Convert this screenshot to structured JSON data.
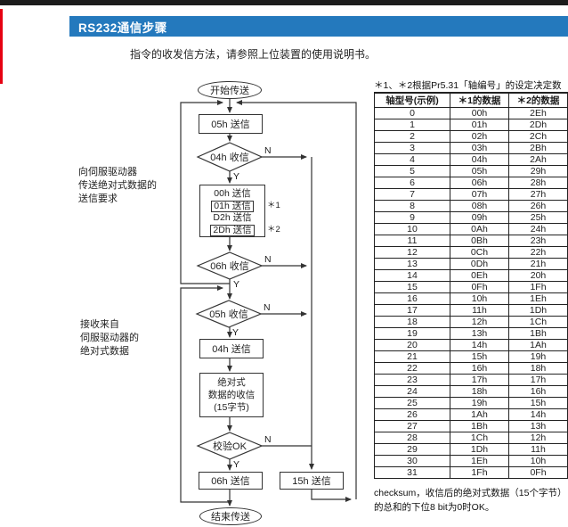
{
  "page_header": {
    "title": "RS232通信步骤"
  },
  "intro": {
    "text": "指令的收发信方法，请参照上位装置的使用说明书。"
  },
  "flowchart": {
    "start_label": "开始传送",
    "end_label": "结束传送",
    "send_05": "05h 送信",
    "recv_04": "04h 收信",
    "request_lines": [
      "00h 送信",
      "01h 送信",
      "D2h 送信",
      "2Dh 送信"
    ],
    "mark_1": "＊1",
    "mark_2": "＊2",
    "recv_06": "06h 收信",
    "recv_05": "05h 收信",
    "send_04": "04h 送信",
    "recv_data_lines": [
      "绝对式",
      "数据的收信",
      "(15字节)"
    ],
    "checksum": "校验OK",
    "send_06": "06h 送信",
    "send_15": "15h 送信",
    "label_yes": "Y",
    "label_no": "N",
    "group1_lines": [
      "向伺服驱动器",
      "传送绝对式数据的",
      "送信要求"
    ],
    "group2_lines": [
      "接收来自",
      "伺服驱动器的",
      "绝对式数据"
    ]
  },
  "table": {
    "note": "＊1、＊2根据Pr5.31「轴编号」的设定决定数据。",
    "headers": [
      "轴型号(示例)",
      "＊1的数据",
      "＊2的数据"
    ],
    "rows": [
      [
        "0",
        "00h",
        "2Eh"
      ],
      [
        "1",
        "01h",
        "2Dh"
      ],
      [
        "2",
        "02h",
        "2Ch"
      ],
      [
        "3",
        "03h",
        "2Bh"
      ],
      [
        "4",
        "04h",
        "2Ah"
      ],
      [
        "5",
        "05h",
        "29h"
      ],
      [
        "6",
        "06h",
        "28h"
      ],
      [
        "7",
        "07h",
        "27h"
      ],
      [
        "8",
        "08h",
        "26h"
      ],
      [
        "9",
        "09h",
        "25h"
      ],
      [
        "10",
        "0Ah",
        "24h"
      ],
      [
        "11",
        "0Bh",
        "23h"
      ],
      [
        "12",
        "0Ch",
        "22h"
      ],
      [
        "13",
        "0Dh",
        "21h"
      ],
      [
        "14",
        "0Eh",
        "20h"
      ],
      [
        "15",
        "0Fh",
        "1Fh"
      ],
      [
        "16",
        "10h",
        "1Eh"
      ],
      [
        "17",
        "11h",
        "1Dh"
      ],
      [
        "18",
        "12h",
        "1Ch"
      ],
      [
        "19",
        "13h",
        "1Bh"
      ],
      [
        "20",
        "14h",
        "1Ah"
      ],
      [
        "21",
        "15h",
        "19h"
      ],
      [
        "22",
        "16h",
        "18h"
      ],
      [
        "23",
        "17h",
        "17h"
      ],
      [
        "24",
        "18h",
        "16h"
      ],
      [
        "25",
        "19h",
        "15h"
      ],
      [
        "26",
        "1Ah",
        "14h"
      ],
      [
        "27",
        "1Bh",
        "13h"
      ],
      [
        "28",
        "1Ch",
        "12h"
      ],
      [
        "29",
        "1Dh",
        "11h"
      ],
      [
        "30",
        "1Eh",
        "10h"
      ],
      [
        "31",
        "1Fh",
        "0Fh"
      ]
    ],
    "footer_lines": [
      "checksum，收信后的绝对式数据（15个字节）",
      "的总和的下位8 bit为0时OK。"
    ]
  },
  "colors": {
    "header_bar": "#2479bd",
    "top_strip": "#1c1c1c",
    "accent_red": "#e60012",
    "line": "#333333"
  }
}
